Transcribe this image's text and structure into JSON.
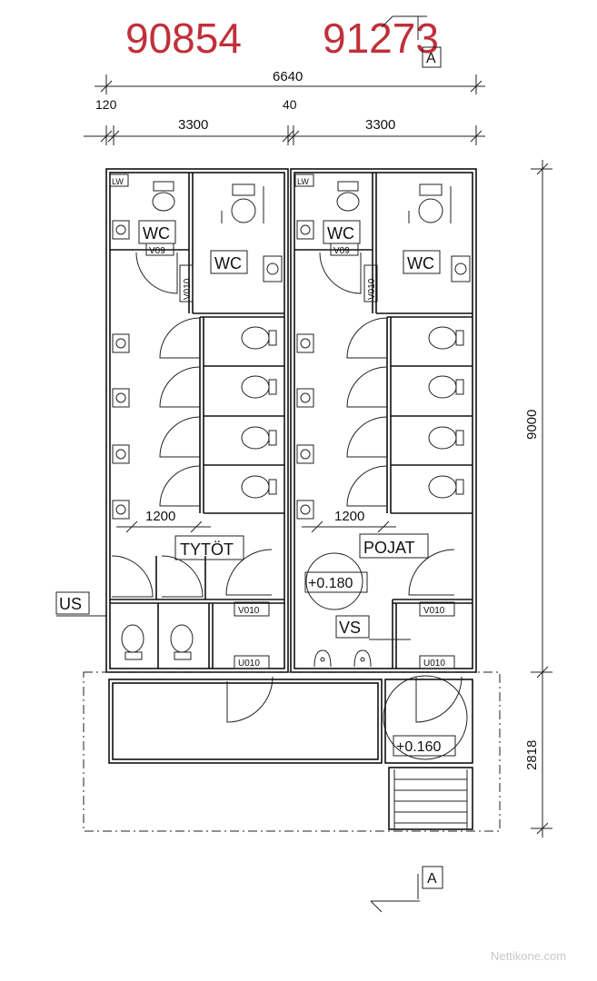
{
  "codes": {
    "left": "90854",
    "right": "91273"
  },
  "dimensions": {
    "overall_width": "6640",
    "wall_outer": "120",
    "wall_middle": "40",
    "left_width": "3300",
    "right_width": "3300",
    "height_main": "9000",
    "height_porch": "2818",
    "cubicle_left": "1200",
    "cubicle_right": "1200"
  },
  "rooms": {
    "wc_small_left": "WC",
    "wc_large_left": "WC",
    "wc_small_right": "WC",
    "wc_large_right": "WC",
    "girls": "TYTÖT",
    "boys": "POJAT",
    "us": "US",
    "vs": "VS"
  },
  "tags": {
    "lw_left": "LW",
    "lw_right": "LW",
    "v09_left": "V09",
    "v09_right": "V09",
    "v010_left_vert": "V010",
    "v010_right_vert": "V010",
    "v010_left": "V010",
    "v010_right": "V010",
    "u010_left": "U010",
    "u010_right": "U010"
  },
  "levels": {
    "floor": "+0.180",
    "porch": "+0.160"
  },
  "section_marker": {
    "top": "A",
    "bottom": "A"
  },
  "watermark": "Nettikone.com"
}
